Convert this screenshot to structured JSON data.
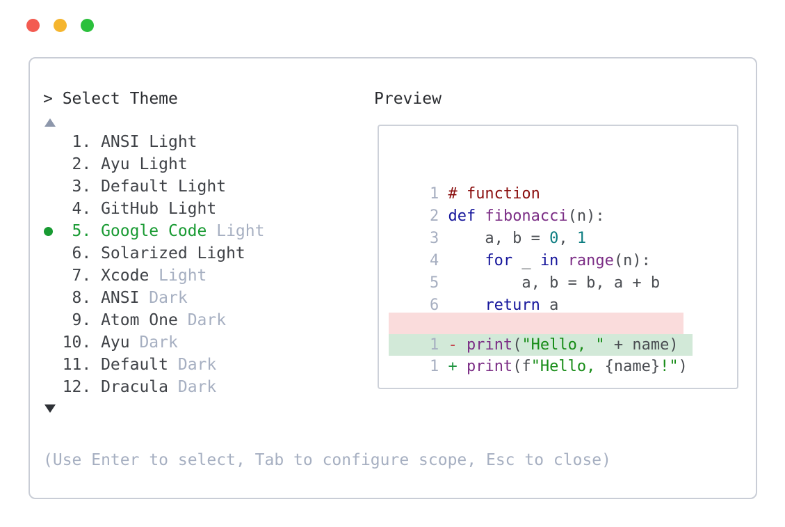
{
  "window": {
    "buttons": [
      {
        "name": "close"
      },
      {
        "name": "minimize"
      },
      {
        "name": "zoom"
      }
    ]
  },
  "selector": {
    "prompt": "> Select Theme",
    "scroll_up_indicator": "up-triangle",
    "scroll_down_indicator": "down-triangle",
    "items": [
      {
        "number": "1.",
        "name": "ANSI Light",
        "variant": "",
        "selected": false
      },
      {
        "number": "2.",
        "name": "Ayu Light",
        "variant": "",
        "selected": false
      },
      {
        "number": "3.",
        "name": "Default Light",
        "variant": "",
        "selected": false
      },
      {
        "number": "4.",
        "name": "GitHub Light",
        "variant": "",
        "selected": false
      },
      {
        "number": "5.",
        "name": "Google Code",
        "variant": "Light",
        "selected": true
      },
      {
        "number": "6.",
        "name": "Solarized Light",
        "variant": "",
        "selected": false
      },
      {
        "number": "7.",
        "name": "Xcode",
        "variant": "Light",
        "selected": false
      },
      {
        "number": "8.",
        "name": "ANSI",
        "variant": "Dark",
        "selected": false
      },
      {
        "number": "9.",
        "name": "Atom One",
        "variant": "Dark",
        "selected": false
      },
      {
        "number": "10.",
        "name": "Ayu",
        "variant": "Dark",
        "selected": false
      },
      {
        "number": "11.",
        "name": "Default",
        "variant": "Dark",
        "selected": false
      },
      {
        "number": "12.",
        "name": "Dracula",
        "variant": "Dark",
        "selected": false
      }
    ],
    "help_text": "(Use Enter to select, Tab to configure scope, Esc to close)"
  },
  "preview": {
    "title": "Preview",
    "code_lines": [
      {
        "ln": "1",
        "segments": [
          {
            "t": "# function",
            "c": "com"
          }
        ]
      },
      {
        "ln": "2",
        "segments": [
          {
            "t": "def",
            "c": "kwd"
          },
          {
            "t": " ",
            "c": "pln"
          },
          {
            "t": "fibonacci",
            "c": "typ"
          },
          {
            "t": "(n):",
            "c": "pln"
          }
        ]
      },
      {
        "ln": "3",
        "segments": [
          {
            "t": "    a, b = ",
            "c": "pln"
          },
          {
            "t": "0",
            "c": "lit"
          },
          {
            "t": ", ",
            "c": "pln"
          },
          {
            "t": "1",
            "c": "lit"
          }
        ]
      },
      {
        "ln": "4",
        "segments": [
          {
            "t": "    ",
            "c": "pln"
          },
          {
            "t": "for",
            "c": "kwd"
          },
          {
            "t": " _ ",
            "c": "pln"
          },
          {
            "t": "in",
            "c": "kwd"
          },
          {
            "t": " ",
            "c": "pln"
          },
          {
            "t": "range",
            "c": "typ"
          },
          {
            "t": "(n):",
            "c": "pln"
          }
        ]
      },
      {
        "ln": "5",
        "segments": [
          {
            "t": "        a, b = b, a + b",
            "c": "pln"
          }
        ]
      },
      {
        "ln": "6",
        "segments": [
          {
            "t": "    ",
            "c": "pln"
          },
          {
            "t": "return",
            "c": "kwd"
          },
          {
            "t": " a",
            "c": "pln"
          }
        ]
      }
    ],
    "diff_lines": [
      {
        "ln": "1",
        "sign": "-",
        "kind": "removed",
        "segments": [
          {
            "t": "print",
            "c": "typ"
          },
          {
            "t": "(",
            "c": "pln"
          },
          {
            "t": "\"Hello, \"",
            "c": "str"
          },
          {
            "t": " + name)",
            "c": "pln"
          }
        ]
      },
      {
        "ln": "1",
        "sign": "+",
        "kind": "added",
        "segments": [
          {
            "t": "print",
            "c": "typ"
          },
          {
            "t": "(f",
            "c": "pln"
          },
          {
            "t": "\"Hello, ",
            "c": "str"
          },
          {
            "t": "{name}",
            "c": "pln"
          },
          {
            "t": "!\"",
            "c": "str"
          },
          {
            "t": ")",
            "c": "pln"
          }
        ]
      }
    ]
  },
  "colors": {
    "window_border": "#c9cdd6",
    "preview_border": "#cdd1d9",
    "traffic_red": "#f35b51",
    "traffic_yellow": "#f5b52e",
    "traffic_green": "#2bc03c",
    "text_primary": "#2b2d31",
    "list_text": "#3f4247",
    "muted": "#a6afc1",
    "selected_green": "#189a32",
    "scroll_up": "#8d97ab",
    "scroll_down": "#2e3136",
    "syntax_comment": "#8b0f0f",
    "syntax_keyword": "#15159b",
    "syntax_type": "#7b2d85",
    "syntax_literal": "#0b7c80",
    "syntax_string": "#178c17",
    "syntax_plain": "#4a4d52",
    "line_number": "#a6aec0",
    "diff_removed_bg": "#fadcdc",
    "diff_added_bg": "#d2e9d8",
    "diff_minus": "#c5404a",
    "diff_plus": "#1e9440"
  }
}
